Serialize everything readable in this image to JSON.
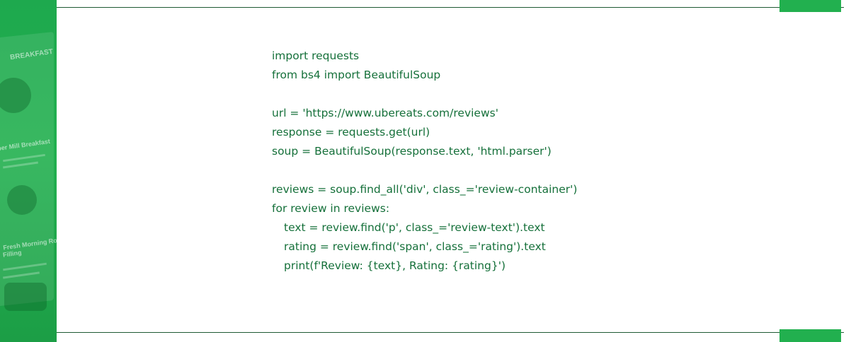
{
  "code": {
    "lines": [
      {
        "text": "import requests",
        "indent": false
      },
      {
        "text": "from bs4 import BeautifulSoup",
        "indent": false
      },
      {
        "text": "",
        "indent": false
      },
      {
        "text": "url = 'https://www.ubereats.com/reviews'",
        "indent": false
      },
      {
        "text": "response = requests.get(url)",
        "indent": false
      },
      {
        "text": "soup = BeautifulSoup(response.text, 'html.parser')",
        "indent": false
      },
      {
        "text": "",
        "indent": false
      },
      {
        "text": "reviews = soup.find_all('div', class_='review-container')",
        "indent": false
      },
      {
        "text": "for review in reviews:",
        "indent": false
      },
      {
        "text": "text = review.find('p', class_='review-text').text",
        "indent": true
      },
      {
        "text": "rating = review.find('span', class_='rating').text",
        "indent": true
      },
      {
        "text": "print(f'Review: {text}, Rating: {rating}')",
        "indent": true
      }
    ]
  },
  "sidebar_preview": {
    "heading": "BREAKFAST",
    "item_1": "per Mill Breakfast",
    "item_2": "Fresh Morning Roll",
    "item_3": "Filling"
  },
  "colors": {
    "accent": "#22b04f",
    "code_text": "#15703a",
    "rule": "#1f5a33"
  }
}
